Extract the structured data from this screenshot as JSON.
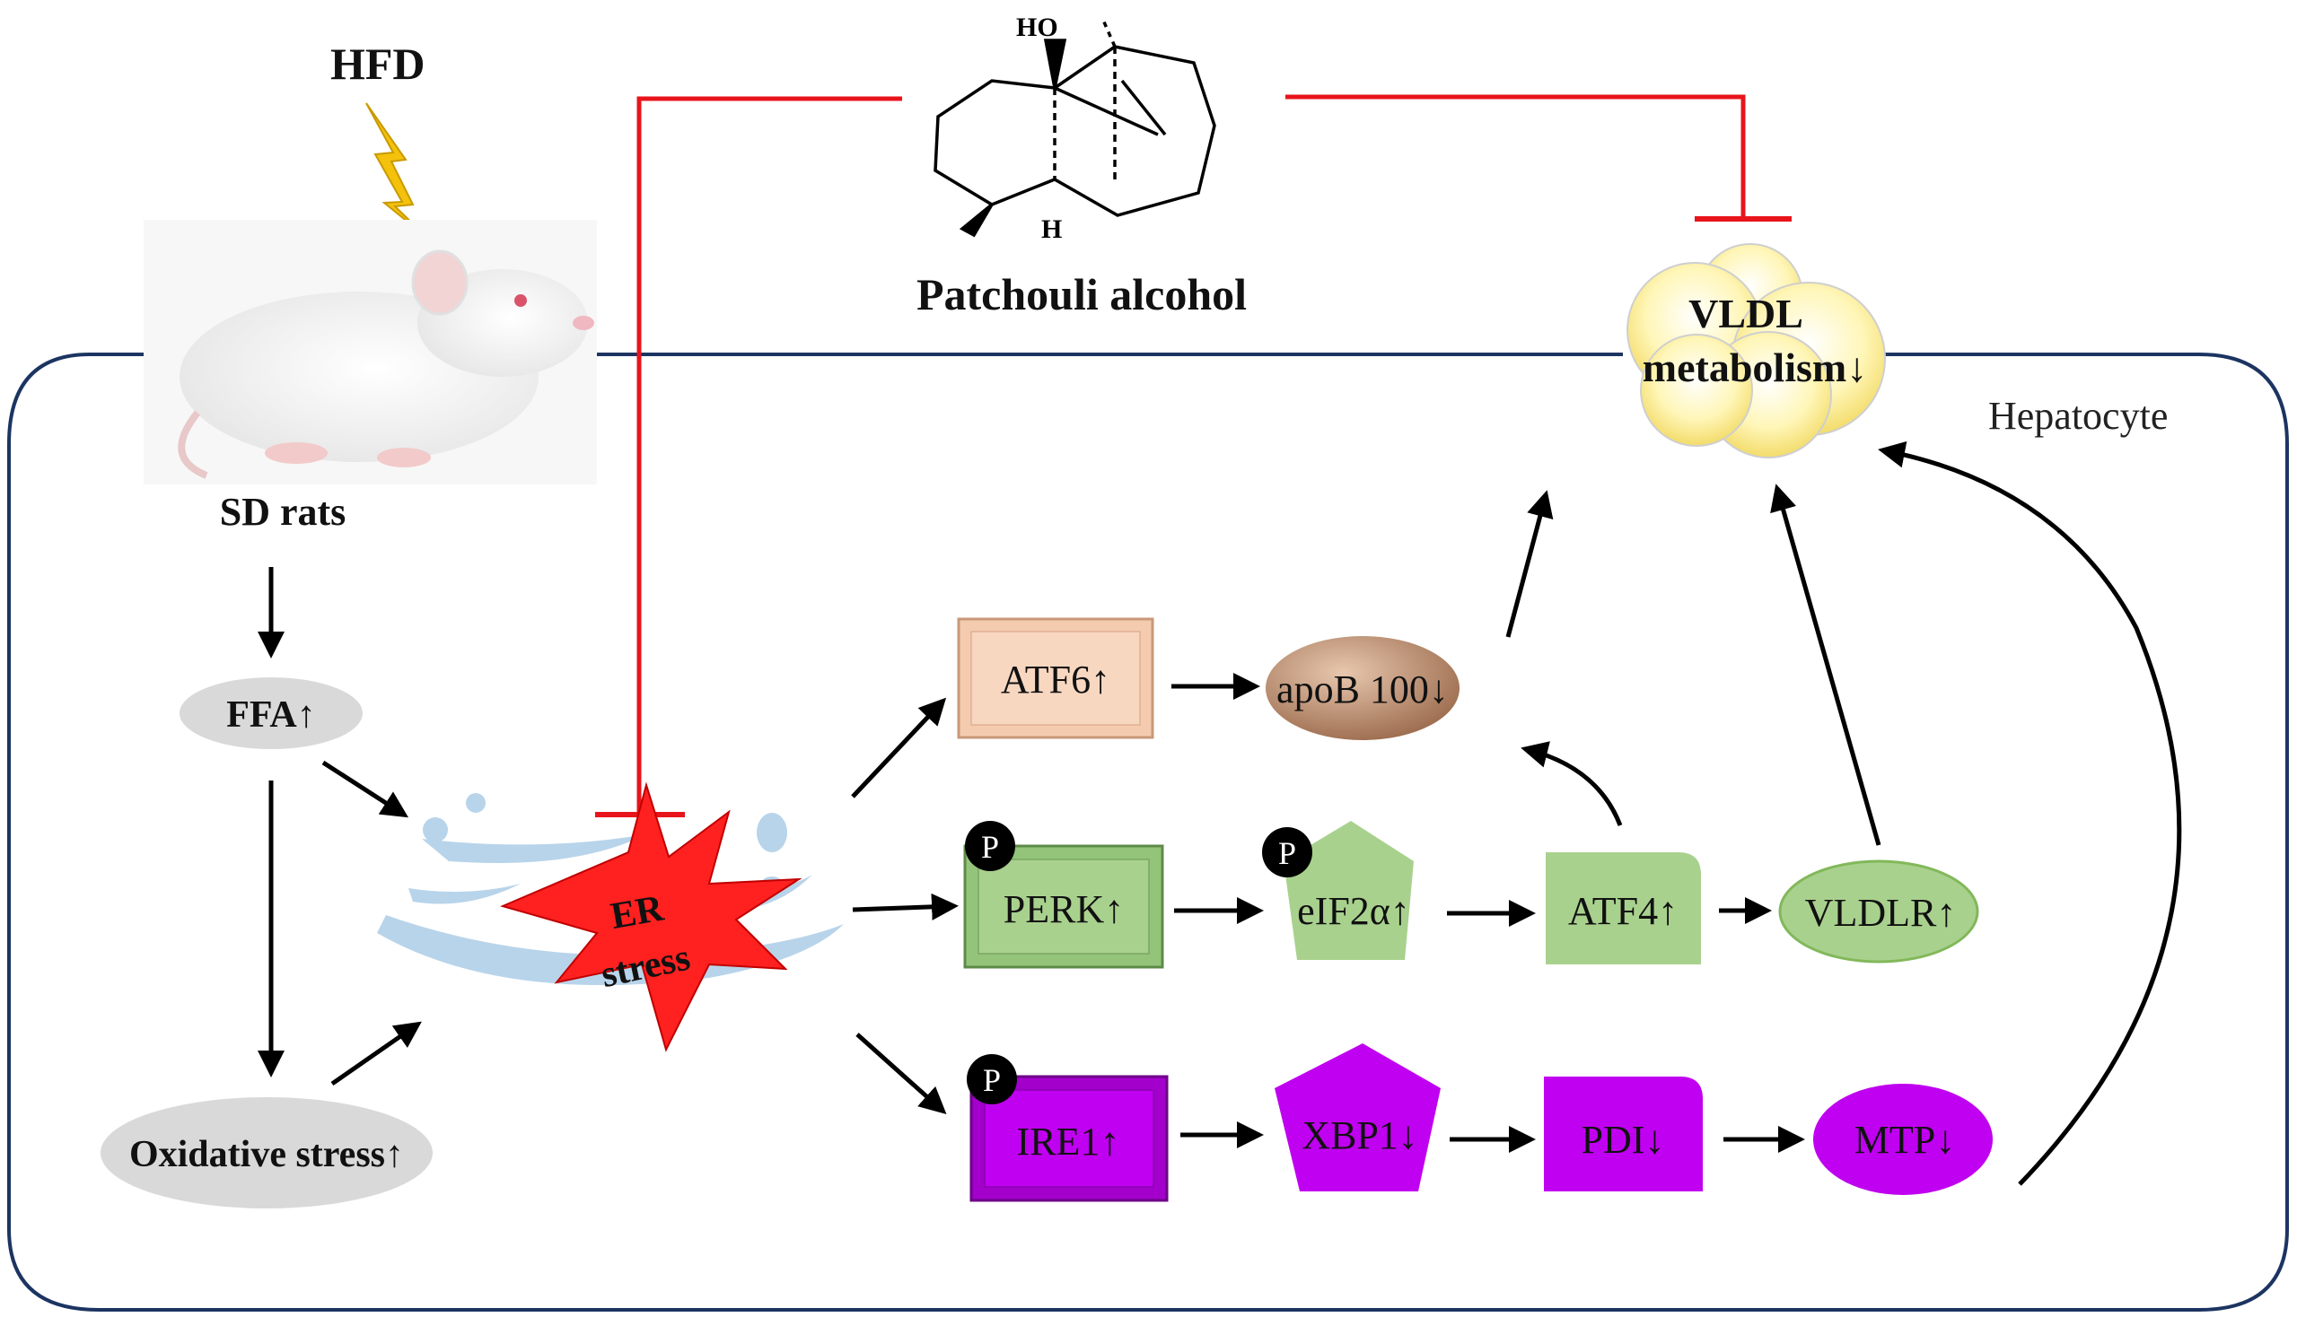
{
  "labels": {
    "hfd": "HFD",
    "sd_rats": "SD rats",
    "ffa": "FFA↑",
    "oxidative_stress": "Oxidative stress↑",
    "er_line1": "ER",
    "er_line2": "stress",
    "compound": "Patchouli alcohol",
    "compound_ho": "HO",
    "compound_h": "H",
    "vldl_line1": "VLDL",
    "vldl_line2": "metabolism↓",
    "hepatocyte": "Hepatocyte",
    "atf6": "ATF6↑",
    "apob": "apoB 100↓",
    "perk": "PERK↑",
    "eif2a": "eIF2α↑",
    "atf4": "ATF4↑",
    "vldlr": "VLDLR↑",
    "ire1": "IRE1↑",
    "xbp1": "XBP1↓",
    "pdi": "PDI↓",
    "mtp": "MTP↓",
    "phospho": "P"
  },
  "colors": {
    "inhibit_red": "#e8141b",
    "membrane_navy": "#1c3461",
    "atf6_fill": "#f5cbb0",
    "apob_fill": "#b98768",
    "green_fill": "#a9d18e",
    "purple_fill": "#c000f0",
    "grey_fill": "#d9d9d9",
    "er_red": "#ff2020",
    "vldl_yellow": "#fff3a8"
  }
}
